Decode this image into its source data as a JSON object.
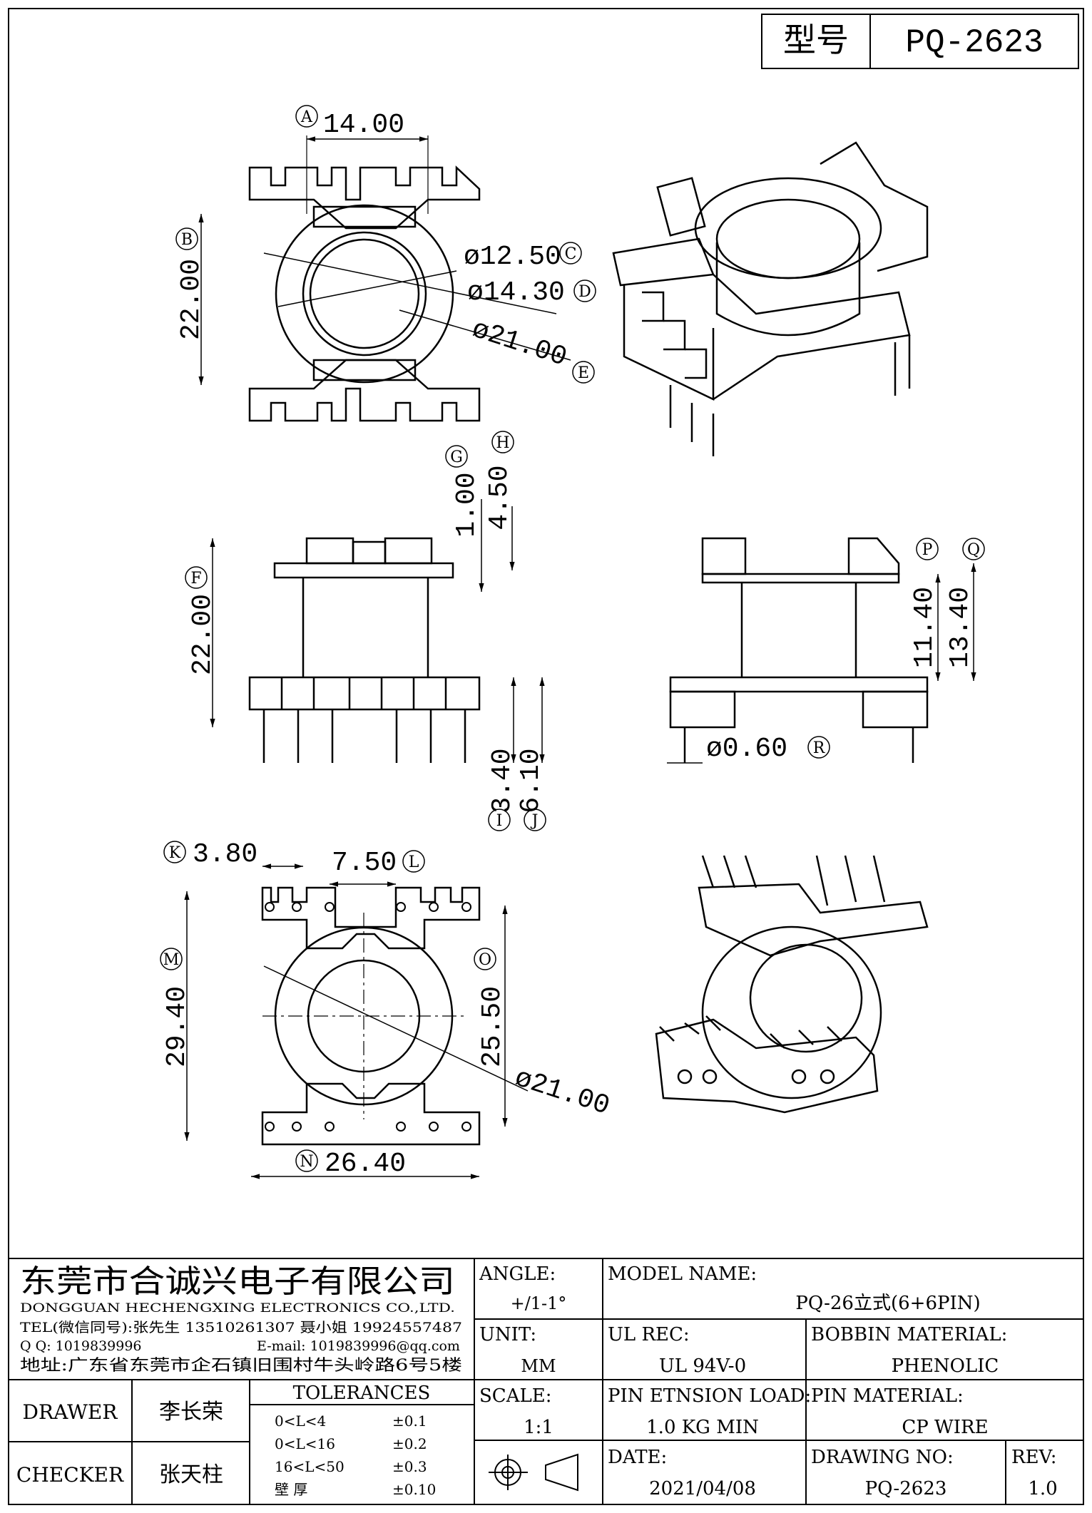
{
  "header": {
    "model_label": "型号",
    "model_value": "PQ-2623"
  },
  "dims": {
    "A": {
      "letter": "A",
      "value": "14.00"
    },
    "B": {
      "letter": "B",
      "value": "22.00"
    },
    "C": {
      "letter": "C",
      "value": "ø12.50"
    },
    "D": {
      "letter": "D",
      "value": "ø14.30"
    },
    "E": {
      "letter": "E",
      "value": "ø21.00"
    },
    "F": {
      "letter": "F",
      "value": "22.00"
    },
    "G": {
      "letter": "G",
      "value": "1.00"
    },
    "H": {
      "letter": "H",
      "value": "4.50"
    },
    "I": {
      "letter": "I",
      "value": "3.40"
    },
    "J": {
      "letter": "J",
      "value": "6.10"
    },
    "K": {
      "letter": "K",
      "value": "3.80"
    },
    "L": {
      "letter": "L",
      "value": "7.50"
    },
    "M": {
      "letter": "M",
      "value": "29.40"
    },
    "N": {
      "letter": "N",
      "value": "26.40"
    },
    "O": {
      "letter": "O",
      "value": "25.50"
    },
    "P": {
      "letter": "P",
      "value": "11.40"
    },
    "Q": {
      "letter": "Q",
      "value": "13.40"
    },
    "R": {
      "letter": "R",
      "value": "ø0.60"
    },
    "bottom_dia": {
      "value": "ø21.00"
    }
  },
  "company": {
    "name_cn": "东莞市合诚兴电子有限公司",
    "name_en": "DONGGUAN HECHENGXING ELECTRONICS CO.,LTD.",
    "tel": "TEL(微信同号):张先生 13510261307 聂小姐 19924557487",
    "qq": "Q Q: 1019839996",
    "email": "E-mail: 1019839996@qq.com",
    "address": "地址:广东省东莞市企石镇旧围村牛头岭路6号5楼"
  },
  "title_block": {
    "angle_label": "ANGLE:",
    "angle_value": "+/1-1°",
    "unit_label": "UNIT:",
    "unit_value": "MM",
    "scale_label": "SCALE:",
    "scale_value": "1:1",
    "model_name_label": "MODEL NAME:",
    "model_name_value": "PQ-26立式(6+6PIN)",
    "ul_label": "UL REC:",
    "ul_value": "UL 94V-0",
    "bobbin_label": "BOBBIN MATERIAL:",
    "bobbin_value": "PHENOLIC",
    "pin_load_label": "PIN ETNSION LOAD:",
    "pin_load_value": "1.0 KG MIN",
    "pin_mat_label": "PIN MATERIAL:",
    "pin_mat_value": "CP WIRE",
    "date_label": "DATE:",
    "date_value": "2021/04/08",
    "drawing_no_label": "DRAWING NO:",
    "drawing_no_value": "PQ-2623",
    "rev_label": "REV:",
    "rev_value": "1.0",
    "drawer_label": "DRAWER",
    "drawer_value": "李长荣",
    "checker_label": "CHECKER",
    "checker_value": "张天柱",
    "tolerances_label": "TOLERANCES",
    "tolerances": [
      {
        "range": "0<L<4",
        "value": "±0.1"
      },
      {
        "range": "0<L<16",
        "value": "±0.2"
      },
      {
        "range": "16<L<50",
        "value": "±0.3"
      },
      {
        "range": "壁 厚",
        "value": "±0.10"
      }
    ]
  }
}
